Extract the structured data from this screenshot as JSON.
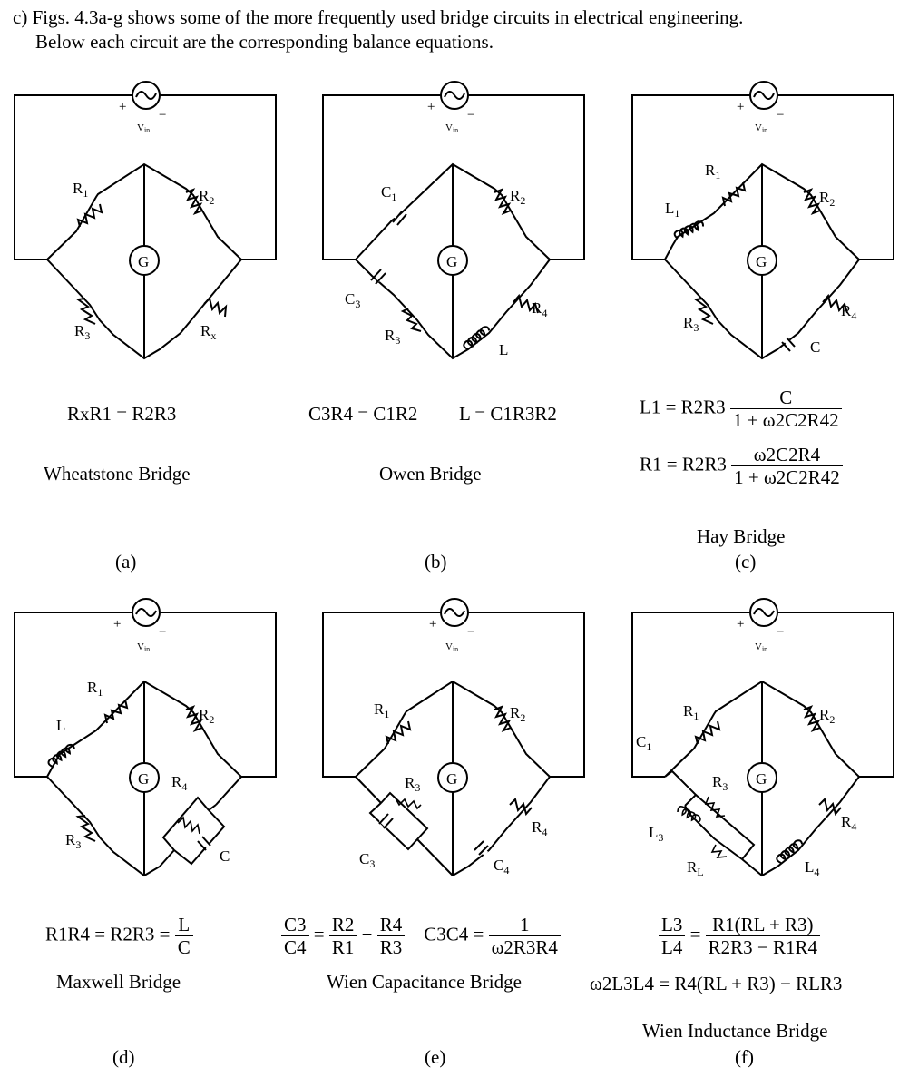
{
  "intro": {
    "line1": "c) Figs. 4.3a-g shows some of the more frequently used bridge circuits in electrical engineering.",
    "line2": "Below each circuit are the corresponding balance equations."
  },
  "source": {
    "plus": "+",
    "minus": "−",
    "v": "V",
    "vsub": "in"
  },
  "galvanometer": "G",
  "circuits": {
    "a": {
      "name": "Wheatstone Bridge",
      "caption": "(a)"
    },
    "b": {
      "name": "Owen Bridge",
      "caption": "(b)"
    },
    "c": {
      "name": "Hay Bridge",
      "caption": "(c)"
    },
    "d": {
      "name": "Maxwell Bridge",
      "caption": "(d)"
    },
    "e": {
      "name": "Wien Capacitance Bridge",
      "caption": "(e)"
    },
    "f": {
      "name": "Wien Inductance Bridge",
      "caption": "(f)"
    }
  },
  "labels": {
    "R": "R",
    "L": "L",
    "C": "C",
    "one": "1",
    "two": "2",
    "three": "3",
    "four": "4",
    "x": "x",
    "Lsub": "L"
  },
  "equations": {
    "a": {
      "text": "RxR1 = R2R3"
    },
    "b": {
      "eq1": "C3R4 = C1R2",
      "eq2": "L = C1R3R2"
    },
    "c": {
      "eq1_lhs": "L1 = R2R3",
      "eq1_num": "C",
      "eq1_den": "1 + ω2C2R42",
      "eq2_lhs": "R1 = R2R3",
      "eq2_num": "ω2C2R4",
      "eq2_den": "1 + ω2C2R42"
    },
    "d": {
      "lhs": "R1R4 = R2R3 =",
      "num": "L",
      "den": "C"
    },
    "e": {
      "f1_num": "C3",
      "f1_den": "C4",
      "eq_sign": "=",
      "f2_num": "R2",
      "f2_den": "R1",
      "minus": "−",
      "f3_num": "R4",
      "f3_den": "R3",
      "lhs2": "C3C4 =",
      "f4_num": "1",
      "f4_den": "ω2R3R4"
    },
    "f": {
      "f1_num": "L3",
      "f1_den": "L4",
      "eq_sign": "=",
      "f2_num": "R1(RL + R3)",
      "f2_den": "R2R3 − R1R4",
      "eq2": "ω2L3L4 = R4(RL + R3) − RLR3"
    }
  }
}
